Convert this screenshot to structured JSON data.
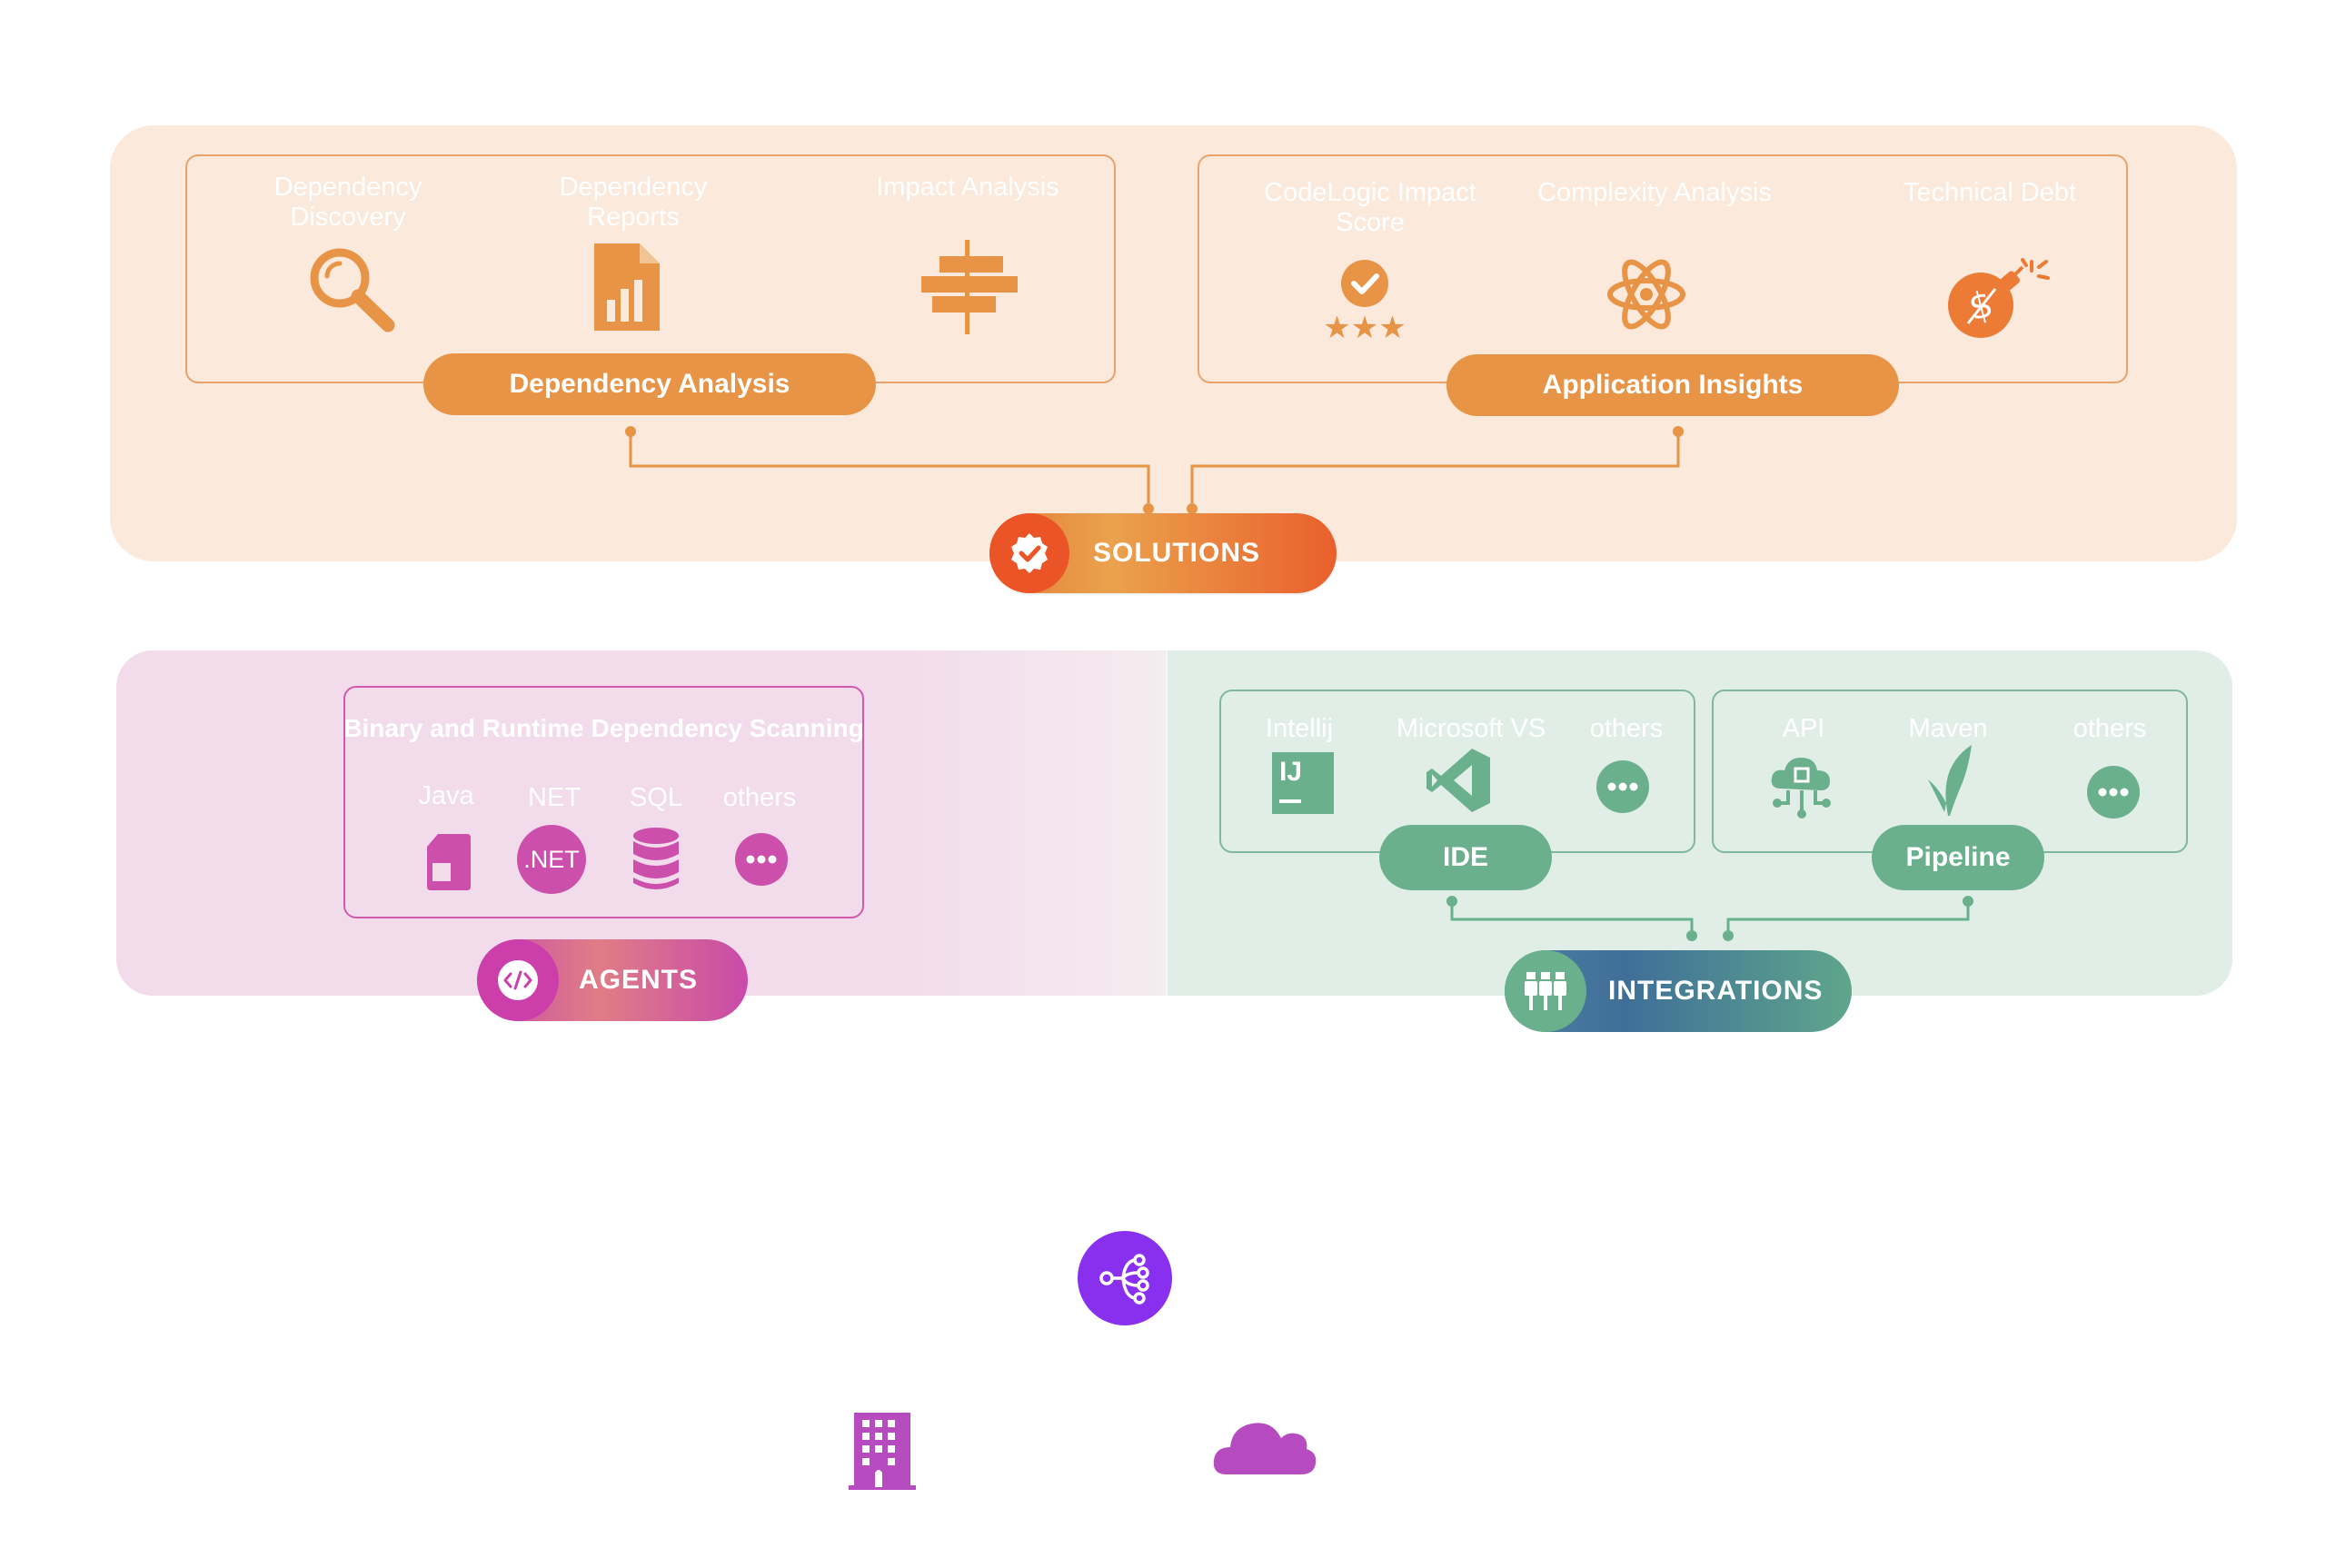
{
  "solutions": {
    "badge_label": "SOLUTIONS",
    "dependency_analysis": {
      "label": "Dependency Analysis",
      "items": [
        {
          "label": "Dependency Discovery",
          "icon": "magnifier-icon"
        },
        {
          "label": "Dependency Reports",
          "icon": "report-chart-icon"
        },
        {
          "label": "Impact Analysis",
          "icon": "signpost-icon"
        }
      ]
    },
    "application_insights": {
      "label": "Application Insights",
      "items": [
        {
          "label": "CodeLogic Impact Score",
          "icon": "check-stars-icon"
        },
        {
          "label": "Complexity Analysis",
          "icon": "atom-icon"
        },
        {
          "label": "Technical Debt",
          "icon": "dollar-bomb-icon"
        }
      ]
    }
  },
  "agents": {
    "badge_label": "AGENTS",
    "group_title": "Binary and Runtime Dependency Scanning",
    "items": [
      {
        "label": "Java",
        "icon": "java-file-icon"
      },
      {
        "label": "NET",
        "icon": "dotnet-icon",
        "icon_text": ".NET"
      },
      {
        "label": "SQL",
        "icon": "database-icon"
      },
      {
        "label": "others",
        "icon": "more-icon"
      }
    ]
  },
  "integrations": {
    "badge_label": "INTEGRATIONS",
    "ide": {
      "label": "IDE",
      "items": [
        {
          "label": "Intellij",
          "icon": "intellij-icon",
          "icon_text": "IJ"
        },
        {
          "label": "Microsoft VS",
          "icon": "visual-studio-icon"
        },
        {
          "label": "others",
          "icon": "more-icon"
        }
      ]
    },
    "pipeline": {
      "label": "Pipeline",
      "items": [
        {
          "label": "API",
          "icon": "cloud-api-icon"
        },
        {
          "label": "Maven",
          "icon": "maven-feather-icon"
        },
        {
          "label": "others",
          "icon": "more-icon"
        }
      ]
    }
  },
  "colors": {
    "solutions_accent": "#e79446",
    "agents_accent": "#cf5aad",
    "integrations_accent": "#6bb08d",
    "hub": "#8930ee",
    "deploy": "#b64bc0"
  }
}
